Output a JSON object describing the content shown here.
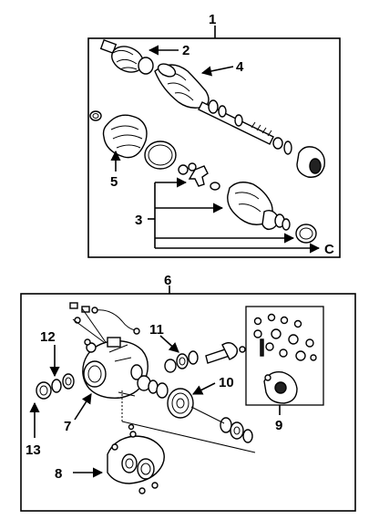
{
  "callouts": {
    "c1": "1",
    "c2": "2",
    "c3": "3",
    "c4": "4",
    "c5": "5",
    "c6": "6",
    "c7": "7",
    "c8": "8",
    "c9": "9",
    "c10": "10",
    "c11": "11",
    "c12": "12",
    "c13": "13",
    "cC": "C"
  }
}
